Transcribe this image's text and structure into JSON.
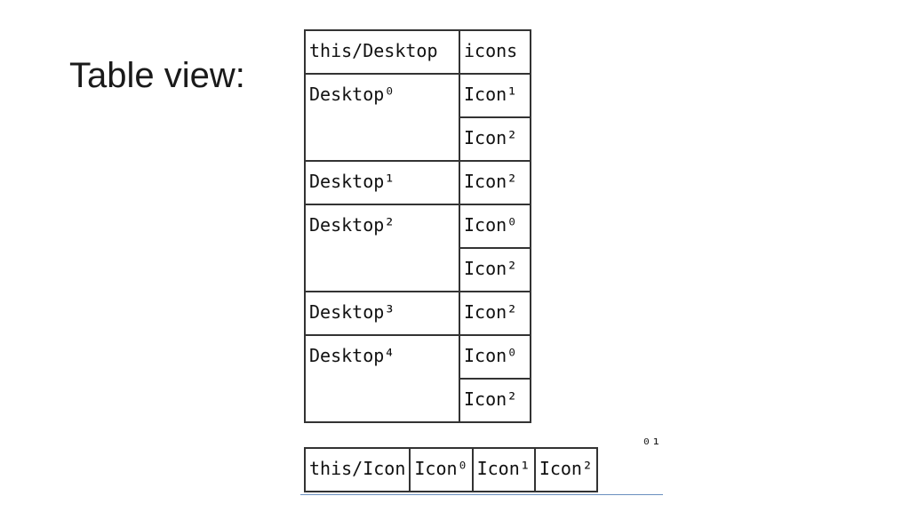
{
  "title": "Table view:",
  "desktop_table": {
    "header": [
      "this/Desktop",
      "icons"
    ],
    "groups": [
      {
        "desktop": "Desktop⁰",
        "icons": [
          "Icon¹",
          "Icon²"
        ]
      },
      {
        "desktop": "Desktop¹",
        "icons": [
          "Icon²"
        ]
      },
      {
        "desktop": "Desktop²",
        "icons": [
          "Icon⁰",
          "Icon²"
        ]
      },
      {
        "desktop": "Desktop³",
        "icons": [
          "Icon²"
        ]
      },
      {
        "desktop": "Desktop⁴",
        "icons": [
          "Icon⁰",
          "Icon²"
        ]
      }
    ]
  },
  "icon_table": {
    "cells": [
      "this/Icon",
      "Icon⁰",
      "Icon¹",
      "Icon²"
    ]
  },
  "footnote": "⁰¹"
}
